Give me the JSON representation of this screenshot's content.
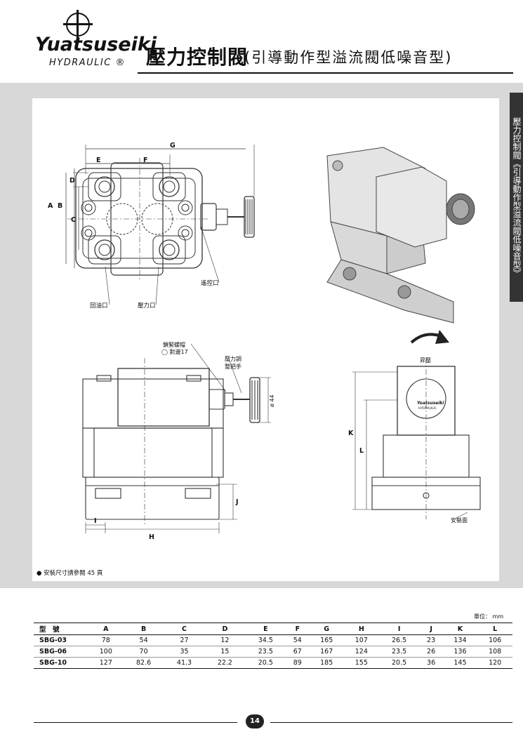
{
  "header": {
    "brand": "Yuatsuseiki",
    "brand_sub": "HYDRAULIC ®",
    "title": "壓力控制閥",
    "subtitle": "(引導動作型溢流閥低噪音型)"
  },
  "side_tab": "壓力控制閥《引導動作型溢流閥低噪音型》",
  "top_view": {
    "dim_labels": [
      "G",
      "E",
      "F",
      "D",
      "A",
      "B",
      "C"
    ],
    "callouts": [
      "遙控口",
      "回油口",
      "壓力口"
    ]
  },
  "front_view": {
    "callout_lock": "鎖緊螺帽",
    "callout_lock_size": "◯ 對邊17",
    "callout_adjust": "壓力調",
    "callout_adjust2": "整把手",
    "dia": "ø 44",
    "dim_labels": [
      "J",
      "I",
      "H"
    ]
  },
  "side_view": {
    "rise": "昇壓",
    "dim_labels": [
      "K",
      "L"
    ],
    "mount_face": "安裝面",
    "knob_brand": "Yuatsuseiki",
    "knob_sub": "HYDRAULIC"
  },
  "note": "● 安裝尺寸請參閱 45 頁",
  "table": {
    "unit": "單位： mm",
    "headers": [
      "型　號",
      "A",
      "B",
      "C",
      "D",
      "E",
      "F",
      "G",
      "H",
      "I",
      "J",
      "K",
      "L"
    ],
    "rows": [
      [
        "SBG-03",
        "78",
        "54",
        "27",
        "12",
        "34.5",
        "54",
        "165",
        "107",
        "26.5",
        "23",
        "134",
        "106"
      ],
      [
        "SBG-06",
        "100",
        "70",
        "35",
        "15",
        "23.5",
        "67",
        "167",
        "124",
        "23.5",
        "26",
        "136",
        "108"
      ],
      [
        "SBG-10",
        "127",
        "82.6",
        "41.3",
        "22.2",
        "20.5",
        "89",
        "185",
        "155",
        "20.5",
        "36",
        "145",
        "120"
      ]
    ]
  },
  "page_number": "14"
}
